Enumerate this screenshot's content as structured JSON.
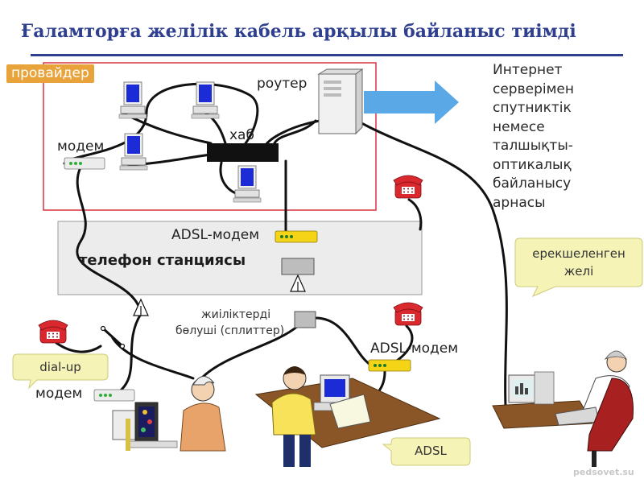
{
  "title": "Ғаламторға желілік кабель арқылы байланыс тиімді",
  "labels": {
    "provider": "провайдер",
    "router": "роутер",
    "hub": "хаб",
    "modem_top": "модем",
    "adsl_modem_station": "ADSL-модем",
    "phone_station": "телефон станциясы",
    "splitter_line1": "жиіліктерді",
    "splitter_line2": "бөлуші (сплиттер)",
    "adsl_modem_user": "ADSL-модем",
    "dialup": "dial-up",
    "modem_bottom": "модем",
    "adsl": "ADSL",
    "dedicated_line1": "ерекшеленген",
    "dedicated_line2": "желі",
    "watermark": "pedsovet.su"
  },
  "side_text": [
    "Интернет",
    "серверімен",
    "спутниктік",
    "немесе",
    "талшықты-",
    "оптикалық",
    "байланысу",
    "арнасы"
  ],
  "colors": {
    "title": "#2e3f8f",
    "provider_box": "#d9333d",
    "provider_tag": "#e8a33a",
    "arrow": "#5aa9e6",
    "callout": "#f6f3b7",
    "station_panel": "#ececec",
    "cable": "#111111",
    "phone": "#d9282e",
    "monitor_screen": "#1b2bd6"
  },
  "icons": [
    "computer-icon",
    "server-icon",
    "hub-icon",
    "modem-icon",
    "telephone-icon",
    "splitter-icon",
    "arrow-icon",
    "person-icon",
    "switch-icon"
  ]
}
